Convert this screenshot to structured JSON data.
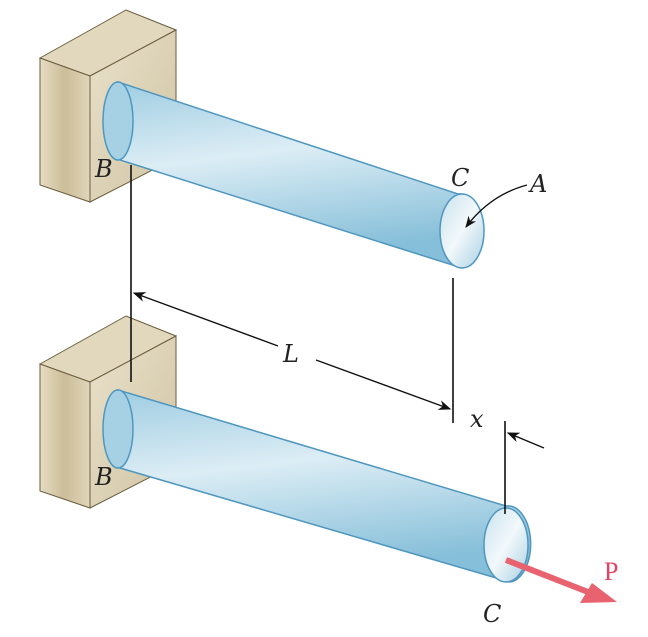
{
  "labels": {
    "support_top": "B",
    "support_bottom": "B",
    "end_top": "C",
    "end_bottom": "C",
    "area": "A",
    "length": "L",
    "displacement": "x",
    "force": "P"
  },
  "colors": {
    "rod": "#b6d9e8",
    "rod_edge": "#4f97bf",
    "block": "#d9cfb4",
    "force_arrow": "#e8636f"
  }
}
